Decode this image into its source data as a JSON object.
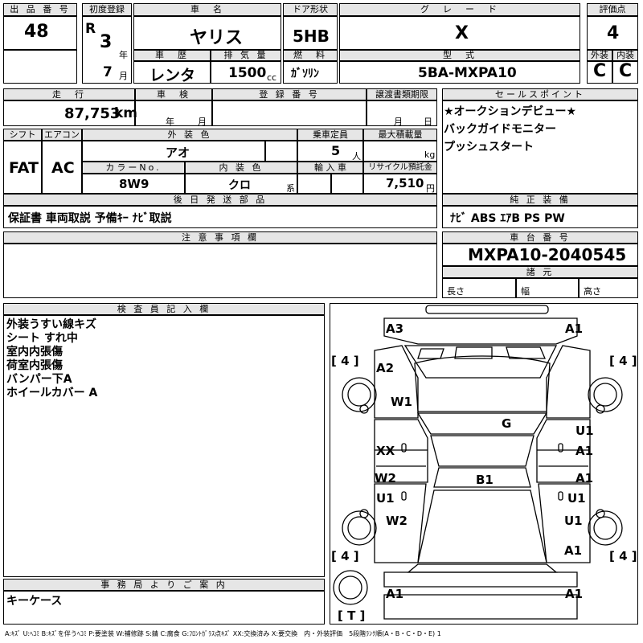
{
  "header": {
    "lot_label": "出 品 番 号",
    "lot_no": "48",
    "first_reg_label": "初度登録",
    "era": "R",
    "year": "3",
    "year_unit": "年",
    "month": "7",
    "month_unit": "月",
    "model_label": "車　名",
    "model": "ヤリス",
    "door_label": "ドア形状",
    "door": "5HB",
    "grade_label": "グ　レ　ー　ド",
    "grade": "X",
    "score_label": "評価点",
    "score": "4",
    "history_label": "車　歴",
    "history": "レンタ",
    "disp_label": "排 気 量",
    "disp": "1500",
    "disp_unit": "cc",
    "fuel_label": "燃　料",
    "fuel": "ｶﾞｿﾘﾝ",
    "type_label": "型　式",
    "type": "5BA-MXPA10",
    "ext_label": "外装",
    "ext": "C",
    "int_label": "内装",
    "int": "C"
  },
  "row2": {
    "mileage_label": "走　行",
    "mileage": "87,753",
    "mileage_unit": "km",
    "inspect_label": "車　検",
    "inspect_year": "年",
    "inspect_month": "月",
    "plate_label": "登 録 番 号",
    "transfer_label": "譲渡書類期限",
    "transfer_month": "月",
    "transfer_day": "日",
    "shift_label": "シフト",
    "shift": "FAT",
    "ac_label": "エアコン",
    "ac": "AC",
    "color_label": "外 装 色",
    "color": "アオ",
    "seats_label": "乗車定員",
    "seats": "5",
    "seats_unit": "人",
    "load_label": "最大積載量",
    "load_unit": "kg",
    "colorno_label": "カラーNo.",
    "colorno": "8W9",
    "intcolor_label": "内 装 色",
    "intcolor": "クロ",
    "intcolor_unit": "系",
    "import_label": "輸 入 車",
    "recycle_label": "リサイクル預託金",
    "recycle": "7,510",
    "recycle_unit": "円",
    "later_label": "後 日 発 送 部 品",
    "later": "保証書 車両取説 予備ｷｰ ﾅﾋﾞ取説"
  },
  "sales": {
    "label": "セールスポイント",
    "lines": [
      "★オークションデビュー★",
      "バックガイドモニター",
      "プッシュスタート"
    ]
  },
  "equip": {
    "label": "純 正 装 備",
    "value": "ﾅﾋﾞ ABS ｴｱB PS PW"
  },
  "caution": {
    "label": "注 意 事 項 欄"
  },
  "chassis": {
    "label": "車 台 番 号",
    "value": "MXPA10-2040545",
    "dims_label": "諸 元",
    "len": "長さ",
    "wid": "幅",
    "hei": "高さ"
  },
  "inspector": {
    "label": "検 査 員 記 入 欄",
    "notes": "外装うすい線キズ\nシート すれ中\n室内内張傷\n荷室内張傷\nバンパー下A\nホイールカバー A"
  },
  "office": {
    "label": "事 務 局 よ り ご 案 内",
    "note": "キーケース"
  },
  "diagram": {
    "labels": [
      "A3",
      "A1",
      "A2",
      "W1",
      "G",
      "U1",
      "A1",
      "XX",
      "B1",
      "W2",
      "A1",
      "U1",
      "U1",
      "W2",
      "U1",
      "A1",
      "A1",
      "A1"
    ],
    "tires": [
      "[ 4 ]",
      "[ 4 ]",
      "[ 4 ]",
      "[ 4 ]",
      "[ T ]"
    ]
  },
  "legend": "A:ｷｽﾞ U:ﾍｺﾐ B:ｷｽﾞを伴うﾍｺﾐ P:要塗装 W:補修跡 S:錆 C:腐食 G:ﾌﾛﾝﾄｶﾞﾗｽ点ｷｽﾞ XX:交換済み X:要交換　内・外装評価　5段階ﾗﾝｸ順(A・B・C・D・E) 1"
}
